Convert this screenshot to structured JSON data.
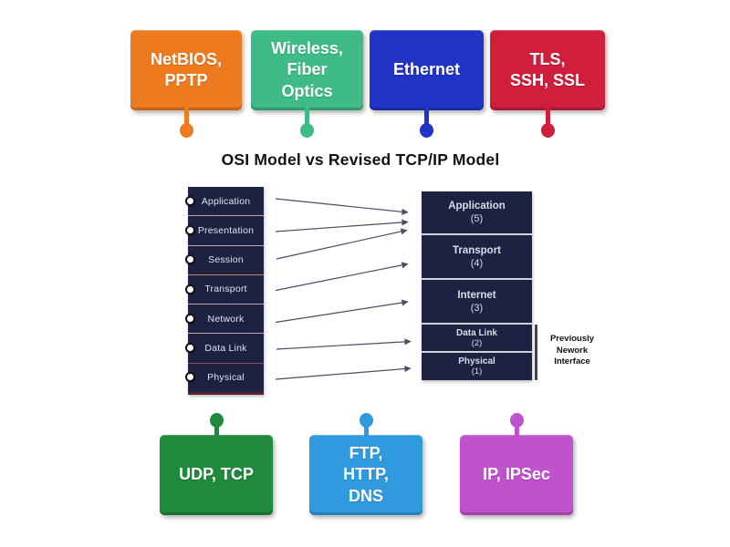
{
  "title": "OSI Model vs Revised TCP/IP Model",
  "top_labels": [
    {
      "text": "NetBIOS,\nPPTP",
      "color": "#ee7a1f"
    },
    {
      "text": "Wireless,\nFiber\nOptics",
      "color": "#3ebb87"
    },
    {
      "text": "Ethernet",
      "color": "#2134c6"
    },
    {
      "text": "TLS,\nSSH, SSL",
      "color": "#d01e3d"
    }
  ],
  "bottom_labels": [
    {
      "text": "UDP, TCP",
      "color": "#1f8a3d"
    },
    {
      "text": "FTP,\nHTTP,\nDNS",
      "color": "#2f9bde"
    },
    {
      "text": "IP, IPSec",
      "color": "#c052ce"
    }
  ],
  "diagram": {
    "osi_layers": [
      "Application",
      "Presentation",
      "Session",
      "Transport",
      "Network",
      "Data Link",
      "Physical"
    ],
    "tcpip_layers": [
      {
        "name": "Application",
        "num": "(5)"
      },
      {
        "name": "Transport",
        "num": "(4)"
      },
      {
        "name": "Internet",
        "num": "(3)"
      },
      {
        "name": "Data Link",
        "num": "(2)"
      },
      {
        "name": "Physical",
        "num": "(1)"
      }
    ],
    "bracket_note": "Previously\nNework\nInterface",
    "mappings": [
      {
        "from": "Application",
        "to": "Application (5)"
      },
      {
        "from": "Presentation",
        "to": "Application (5)"
      },
      {
        "from": "Session",
        "to": "Application (5)"
      },
      {
        "from": "Transport",
        "to": "Transport (4)"
      },
      {
        "from": "Network",
        "to": "Internet (3)"
      },
      {
        "from": "Data Link",
        "to": "Data Link (2)"
      },
      {
        "from": "Physical",
        "to": "Physical (1)"
      }
    ],
    "colors": {
      "column_bg": "#1c2342",
      "column_text": "#dde1ec",
      "arrow": "#4a4f63"
    }
  }
}
